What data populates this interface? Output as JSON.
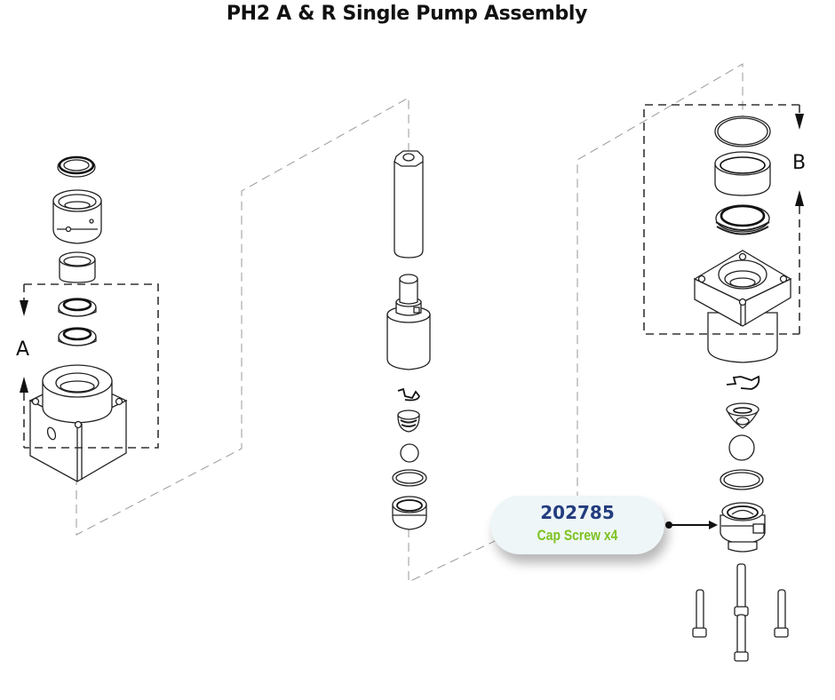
{
  "title": "PH2 A & R Single Pump Assembly",
  "labels": {
    "section_a": "A",
    "section_b": "B"
  },
  "callout": {
    "part_number": "202785",
    "description": "Cap Screw x4",
    "part_number_color": "#233d7e",
    "description_color": "#7dc21e",
    "background_color": "#eef6f8"
  },
  "assemblies": [
    {
      "name": "left-pump-housing-assembly",
      "section": "A"
    },
    {
      "name": "center-piston-assembly"
    },
    {
      "name": "right-cylinder-assembly",
      "section": "B"
    }
  ]
}
